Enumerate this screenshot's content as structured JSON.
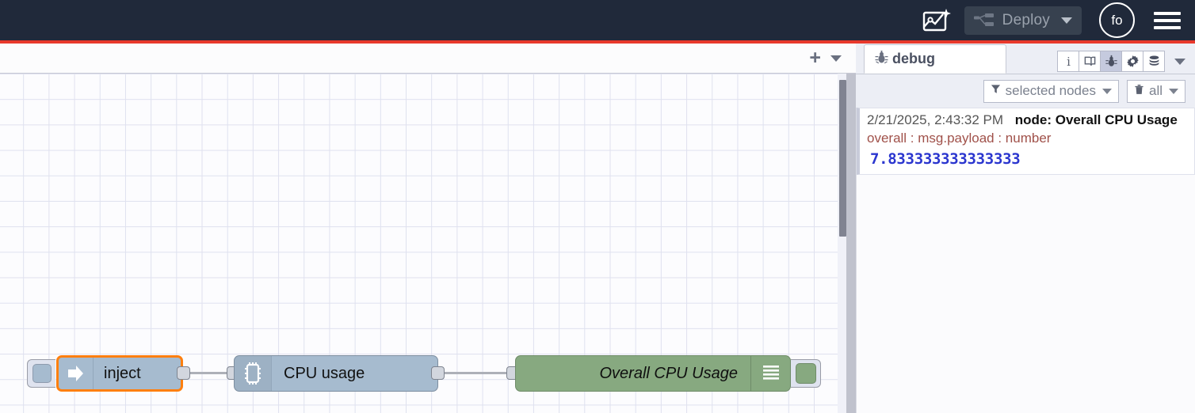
{
  "header": {
    "ai_icon": "ai-flow-icon",
    "deploy_label": "Deploy",
    "deploy_icon": "deploy-icon",
    "deploy_caret_icon": "chevron-down-icon",
    "avatar_initials": "fo",
    "menu_icon": "hamburger-menu-icon",
    "unsaved_bar_color": "#e8392c"
  },
  "tabbar": {
    "add_label": "+",
    "add_icon": "plus-icon",
    "caret_icon": "chevron-down-icon"
  },
  "canvas": {
    "nodes": [
      {
        "id": "inject",
        "label": "inject",
        "type": "inject",
        "icon": "arrow-right-icon",
        "color": "#a6bbcf",
        "selected": true,
        "selection_color": "#ff7f0e"
      },
      {
        "id": "cpu-usage",
        "label": "CPU usage",
        "type": "cpu",
        "icon": "microchip-icon",
        "color": "#a6bbcf",
        "selected": false
      },
      {
        "id": "overall-cpu-usage",
        "label": "Overall CPU Usage",
        "type": "debug",
        "icon": "debug-lines-icon",
        "color": "#87a980",
        "selected": false
      }
    ]
  },
  "sidebar": {
    "tab_label": "debug",
    "tab_icon": "bug-icon",
    "icon_buttons": [
      {
        "name": "info-icon",
        "glyph": "i",
        "active": false
      },
      {
        "name": "book-icon",
        "glyph": "book",
        "active": false
      },
      {
        "name": "bug-icon",
        "glyph": "bug",
        "active": true
      },
      {
        "name": "gear-icon",
        "glyph": "gear",
        "active": false
      },
      {
        "name": "database-icon",
        "glyph": "database",
        "active": false
      }
    ],
    "more_caret_icon": "chevron-down-icon",
    "filter_label": "selected nodes",
    "filter_icon": "funnel-icon",
    "clear_label": "all",
    "clear_icon": "trash-icon",
    "messages": [
      {
        "timestamp": "2/21/2025, 2:43:32 PM",
        "node": "node: Overall CPU Usage",
        "property": "overall : msg.payload : number",
        "value": "7.833333333333333"
      }
    ]
  }
}
